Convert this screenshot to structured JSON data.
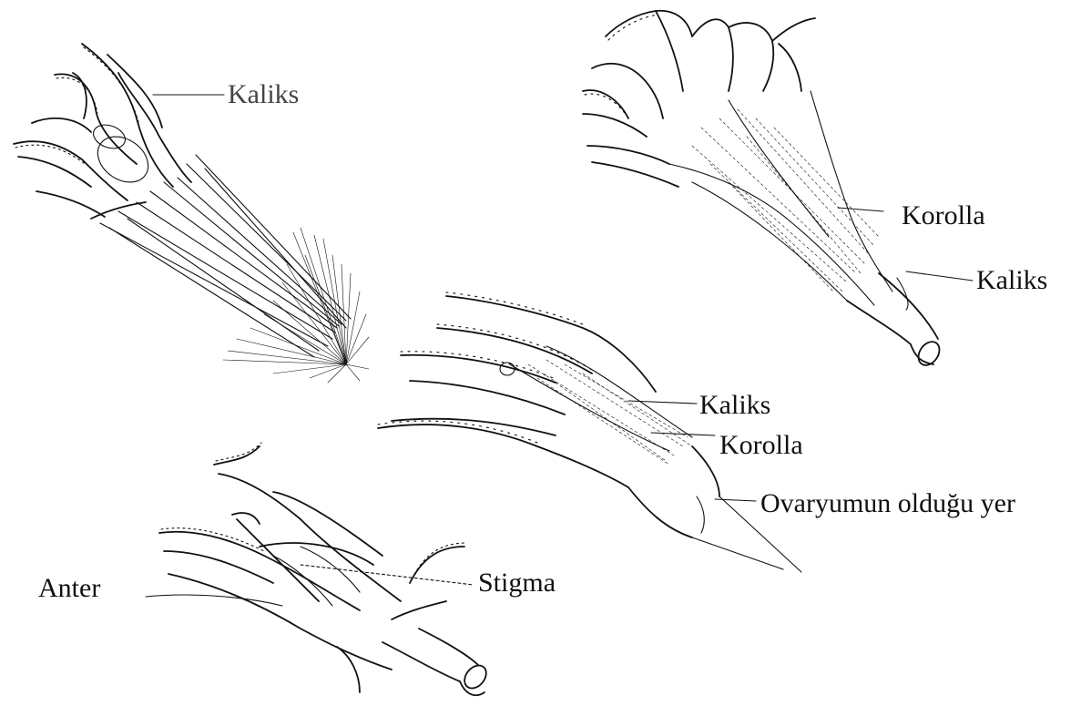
{
  "figure": {
    "specimens": [
      {
        "id": "flower-1",
        "labels": [
          {
            "key": "kaliks",
            "text": "Kaliks"
          }
        ]
      },
      {
        "id": "flower-2",
        "labels": [
          {
            "key": "korolla",
            "text": "Korolla"
          },
          {
            "key": "kaliks",
            "text": "Kaliks"
          }
        ]
      },
      {
        "id": "flower-3",
        "labels": [
          {
            "key": "kaliks",
            "text": "Kaliks"
          },
          {
            "key": "korolla",
            "text": "Korolla"
          },
          {
            "key": "ovary",
            "text": "Ovaryumun olduğu yer"
          }
        ]
      },
      {
        "id": "flower-4",
        "labels": [
          {
            "key": "anter",
            "text": "Anter"
          },
          {
            "key": "stigma",
            "text": "Stigma"
          }
        ]
      }
    ]
  }
}
